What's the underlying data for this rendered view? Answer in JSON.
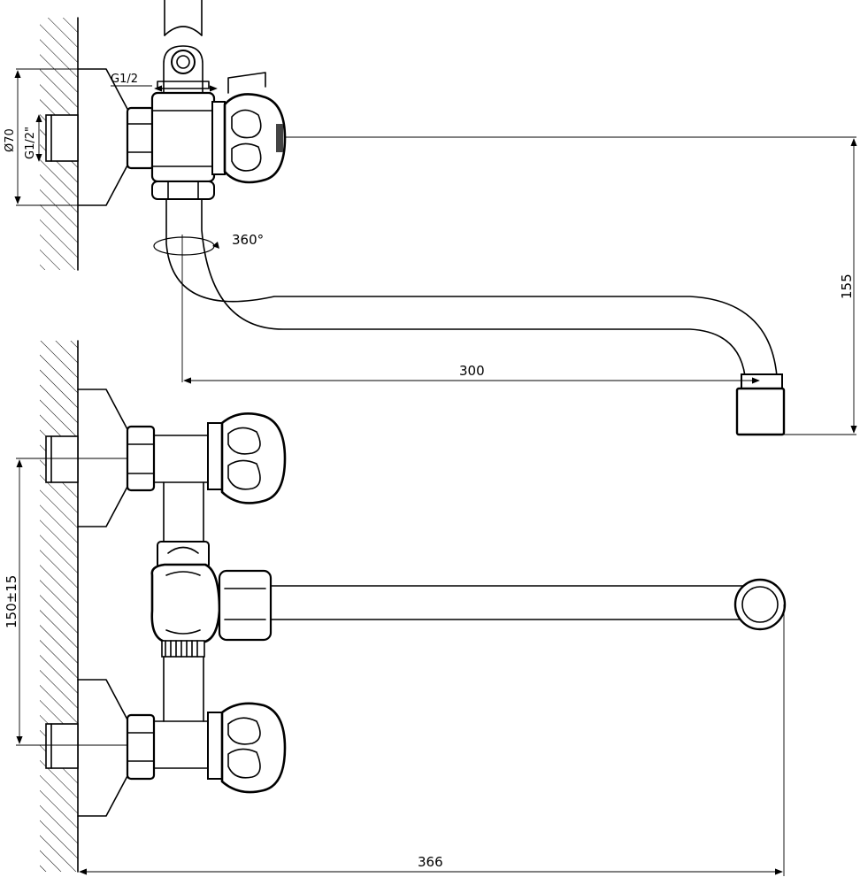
{
  "dimensions": {
    "thread_top": "G1/2",
    "diameter": "Ø70",
    "thread_wall": "G1/2\"",
    "rotation": "360°",
    "height": "155",
    "spout_reach": "300",
    "center_distance": "150±15",
    "total_length": "366"
  },
  "colors": {
    "line": "#000000",
    "background": "#ffffff"
  }
}
